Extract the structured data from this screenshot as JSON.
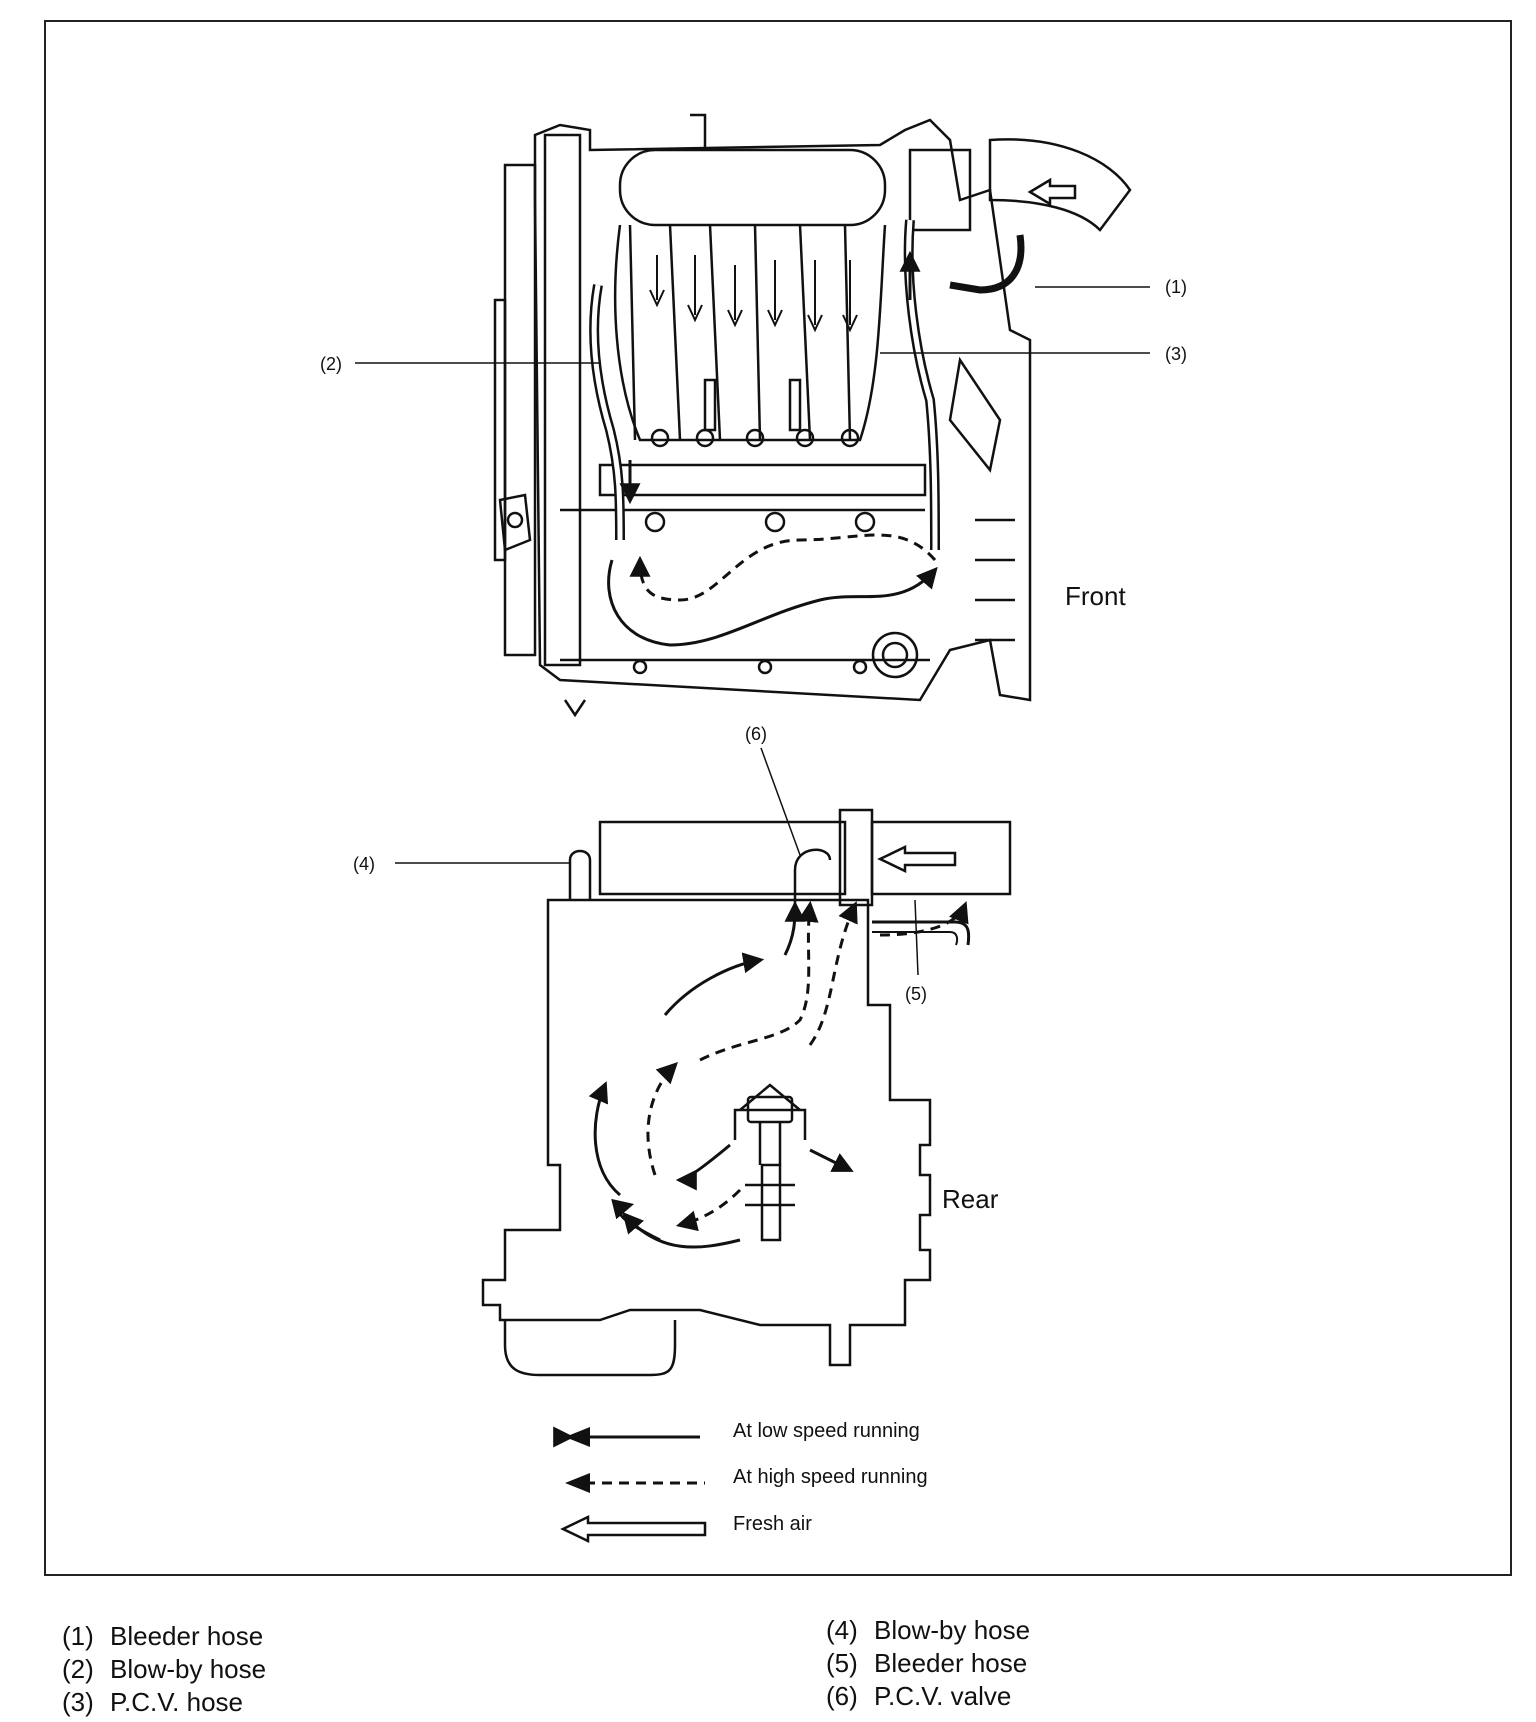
{
  "views": {
    "front": "Front",
    "rear": "Rear"
  },
  "callouts": [
    "(1)",
    "(2)",
    "(3)",
    "(4)",
    "(5)",
    "(6)"
  ],
  "legend": [
    {
      "label": "At low speed running",
      "style": "solid"
    },
    {
      "label": "At high speed running",
      "style": "dashed"
    },
    {
      "label": "Fresh air",
      "style": "hollow"
    }
  ],
  "parts_left": [
    {
      "num": "(1)",
      "name": "Bleeder hose"
    },
    {
      "num": "(2)",
      "name": "Blow-by hose"
    },
    {
      "num": "(3)",
      "name": "P.C.V. hose"
    }
  ],
  "parts_right": [
    {
      "num": "(4)",
      "name": "Blow-by hose"
    },
    {
      "num": "(5)",
      "name": "Bleeder hose"
    },
    {
      "num": "(6)",
      "name": "P.C.V. valve"
    }
  ]
}
